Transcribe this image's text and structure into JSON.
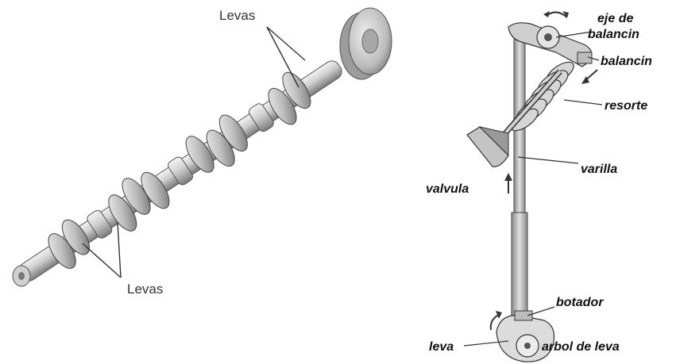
{
  "camshaft": {
    "label_top": "Levas",
    "label_bottom": "Levas"
  },
  "valvetrain": {
    "eje_line1": "eje de",
    "eje_line2": "balancin",
    "balancin": "balancin",
    "resorte": "resorte",
    "varilla": "varilla",
    "valvula": "valvula",
    "botador": "botador",
    "leva": "leva",
    "arbol": "arbol de leva"
  },
  "colors": {
    "metal_light": "#e6e6e6",
    "metal_mid": "#b5b5b5",
    "metal_dark": "#6e6e6e",
    "ink": "#111111"
  }
}
